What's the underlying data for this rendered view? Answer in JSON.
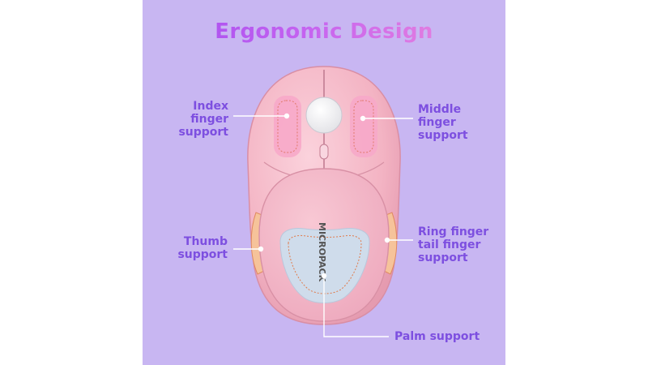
{
  "title": "Ergonomic Design",
  "brand": "MICROPACK",
  "labels": {
    "index": "Index\nfinger\nsupport",
    "middle": "Middle\nfinger\nsupport",
    "thumb": "Thumb\nsupport",
    "ring": "Ring finger\ntail finger\nsupport",
    "palm": "Palm support"
  },
  "colors": {
    "background": "#c8b6f2",
    "label_text": "#7d4fe0",
    "mouse_body": "#f4b8c8",
    "palm_pad": "#cfdceb",
    "finger_pad": "#f7a9c9",
    "side_grip": "#f6c39a"
  }
}
